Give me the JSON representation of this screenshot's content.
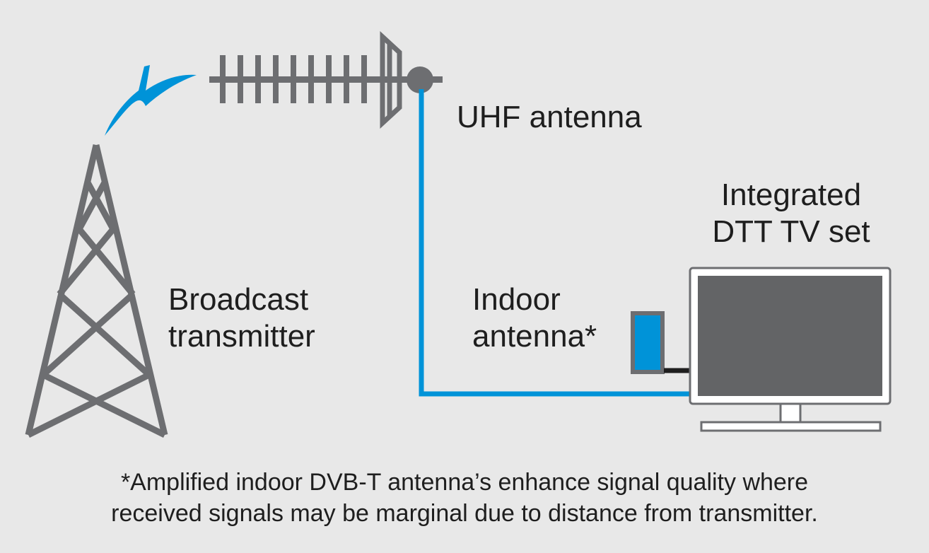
{
  "labels": {
    "uhf_antenna": "UHF antenna",
    "tv_set": [
      "Integrated",
      "DTT TV set"
    ],
    "indoor_antenna": [
      "Indoor",
      "antenna*"
    ],
    "transmitter": [
      "Broadcast",
      "transmitter"
    ]
  },
  "footnote": [
    "*Amplified indoor DVB-T antenna’s enhance signal quality where",
    "received signals may be marginal due to distance from transmitter."
  ],
  "icons": {
    "transmitter": "transmitter-tower-icon",
    "signal": "lightning-signal-icon",
    "uhf_antenna": "yagi-antenna-icon",
    "indoor_antenna": "indoor-antenna-icon",
    "tv": "tv-icon"
  },
  "colors": {
    "background": "#e8e8e8",
    "structure": "#6d6e71",
    "signal_blue": "#0093d8",
    "cable_dark": "#1e1e1e",
    "screen": "#636466",
    "tv_frame": "#ffffff",
    "text": "#1e1e1e"
  }
}
